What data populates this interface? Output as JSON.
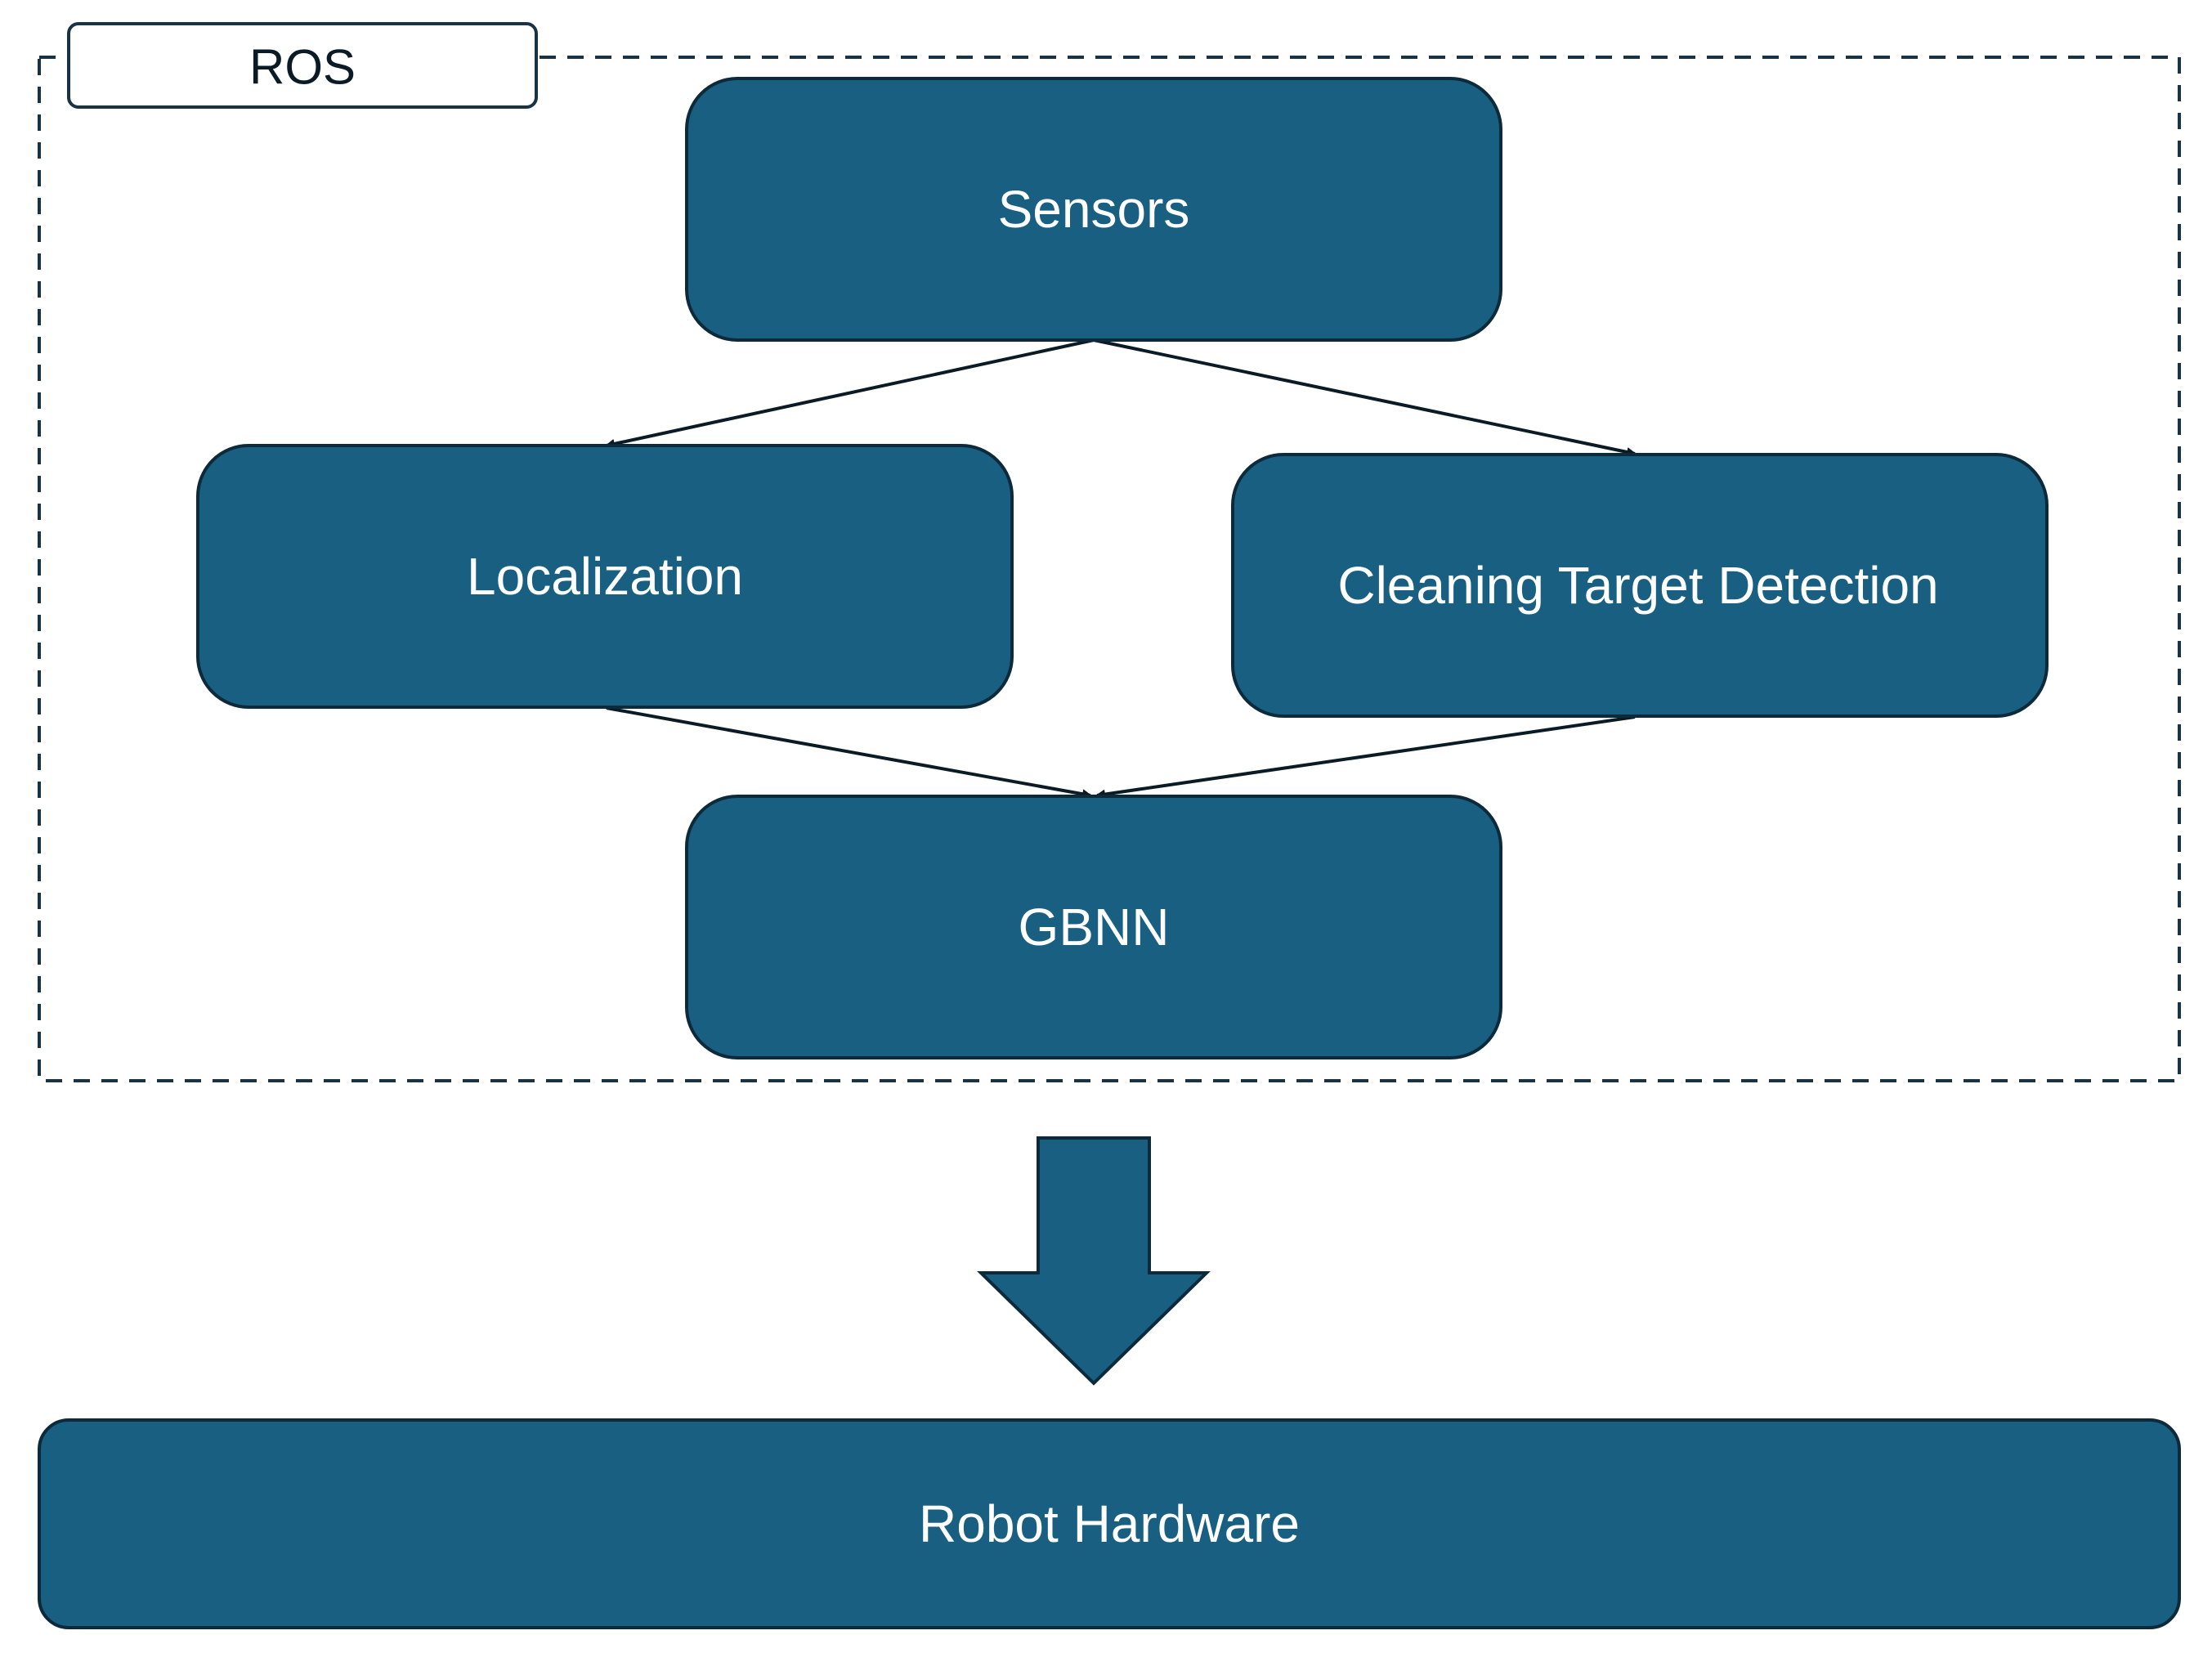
{
  "colors": {
    "node_fill": "#185f82",
    "node_stroke": "#0c2a3a",
    "arrow": "#0b1b26",
    "ros_border": "#1a3344",
    "label_text": "#ffffff"
  },
  "ros_group": {
    "label": "ROS"
  },
  "nodes": {
    "sensors": "Sensors",
    "localization": "Localization",
    "cleaning_target_detection": "Cleaning Target Detection",
    "gbnn": "GBNN",
    "robot_hardware": "Robot Hardware"
  },
  "edges": [
    {
      "from": "Sensors",
      "to": "Localization"
    },
    {
      "from": "Sensors",
      "to": "Cleaning Target Detection"
    },
    {
      "from": "Localization",
      "to": "GBNN"
    },
    {
      "from": "Cleaning Target Detection",
      "to": "GBNN"
    },
    {
      "from": "ROS",
      "to": "Robot Hardware"
    }
  ]
}
